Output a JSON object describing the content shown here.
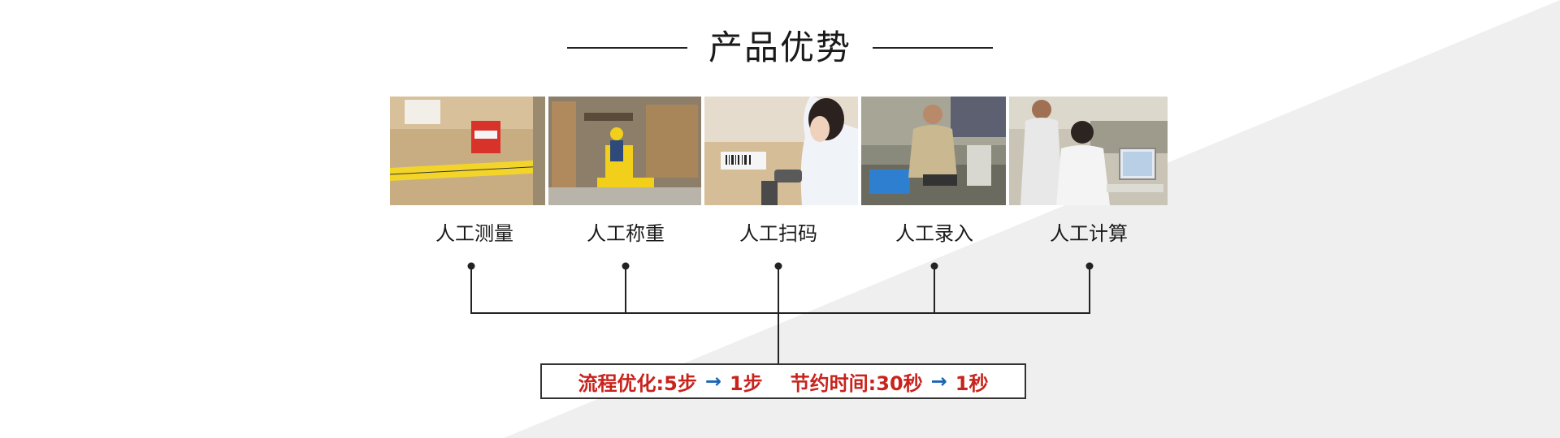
{
  "title": "产品优势",
  "steps": [
    {
      "label": "人工测量"
    },
    {
      "label": "人工称重"
    },
    {
      "label": "人工扫码"
    },
    {
      "label": "人工录入"
    },
    {
      "label": "人工计算"
    }
  ],
  "summary": {
    "part1_label": "流程优化:",
    "part1_from": "5步",
    "part1_to": "1步",
    "part2_label": "节约时间:",
    "part2_from": "30秒",
    "part2_to": "1秒",
    "arrow": "→"
  },
  "colors": {
    "accent_red": "#c8231c",
    "arrow_blue": "#1a64b4",
    "diagonal_gray": "#efefef"
  }
}
